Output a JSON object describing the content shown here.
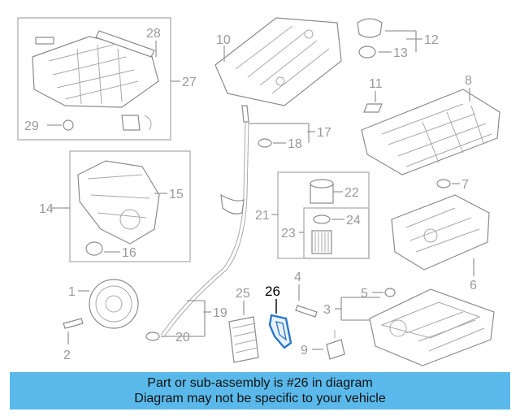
{
  "callouts": {
    "c1": "1",
    "c2": "2",
    "c3": "3",
    "c4": "4",
    "c5": "5",
    "c6": "6",
    "c7": "7",
    "c8": "8",
    "c9": "9",
    "c10": "10",
    "c11": "11",
    "c12": "12",
    "c13": "13",
    "c14": "14",
    "c15": "15",
    "c16": "16",
    "c17": "17",
    "c18": "18",
    "c19": "19",
    "c20": "20",
    "c21": "21",
    "c22": "22",
    "c23": "23",
    "c24": "24",
    "c25": "25",
    "c26": "26",
    "c27": "27",
    "c28": "28",
    "c29": "29"
  },
  "highlight_part": "26",
  "colors": {
    "banner_bg": "#5ab9ea",
    "highlight_part": "#2a78c8",
    "line_art": "#8c8c8c"
  },
  "banner": {
    "line1": "Part or sub-assembly is #26 in diagram",
    "line2": "Diagram may not be specific to your vehicle"
  }
}
